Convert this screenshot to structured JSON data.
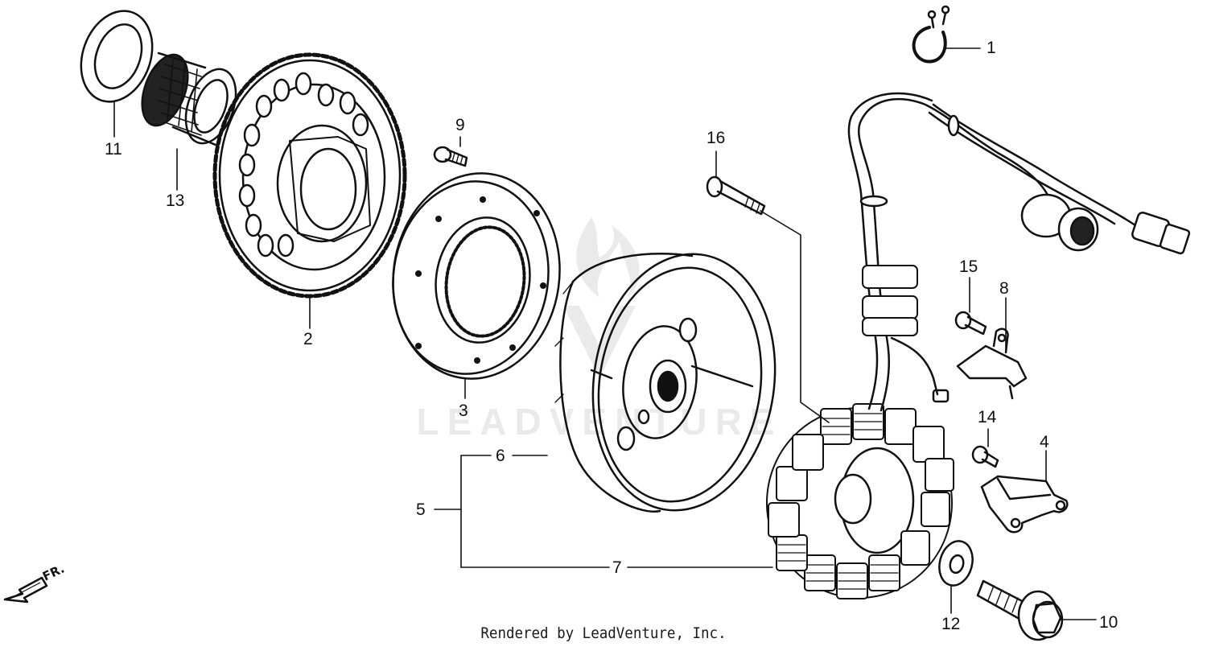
{
  "diagram": {
    "callouts": [
      {
        "id": "1",
        "label": "1"
      },
      {
        "id": "2",
        "label": "2"
      },
      {
        "id": "3",
        "label": "3"
      },
      {
        "id": "4",
        "label": "4"
      },
      {
        "id": "5",
        "label": "5"
      },
      {
        "id": "6",
        "label": "6"
      },
      {
        "id": "7",
        "label": "7"
      },
      {
        "id": "8",
        "label": "8"
      },
      {
        "id": "9",
        "label": "9"
      },
      {
        "id": "10",
        "label": "10"
      },
      {
        "id": "11",
        "label": "11"
      },
      {
        "id": "12",
        "label": "12"
      },
      {
        "id": "13",
        "label": "13"
      },
      {
        "id": "14",
        "label": "14"
      },
      {
        "id": "15",
        "label": "15"
      },
      {
        "id": "16",
        "label": "16"
      }
    ],
    "direction_label": "FR.",
    "watermark": "LEADVENTURE",
    "footer": "Rendered by LeadVenture, Inc.",
    "ink_color": "#111111",
    "background_color": "#ffffff"
  }
}
